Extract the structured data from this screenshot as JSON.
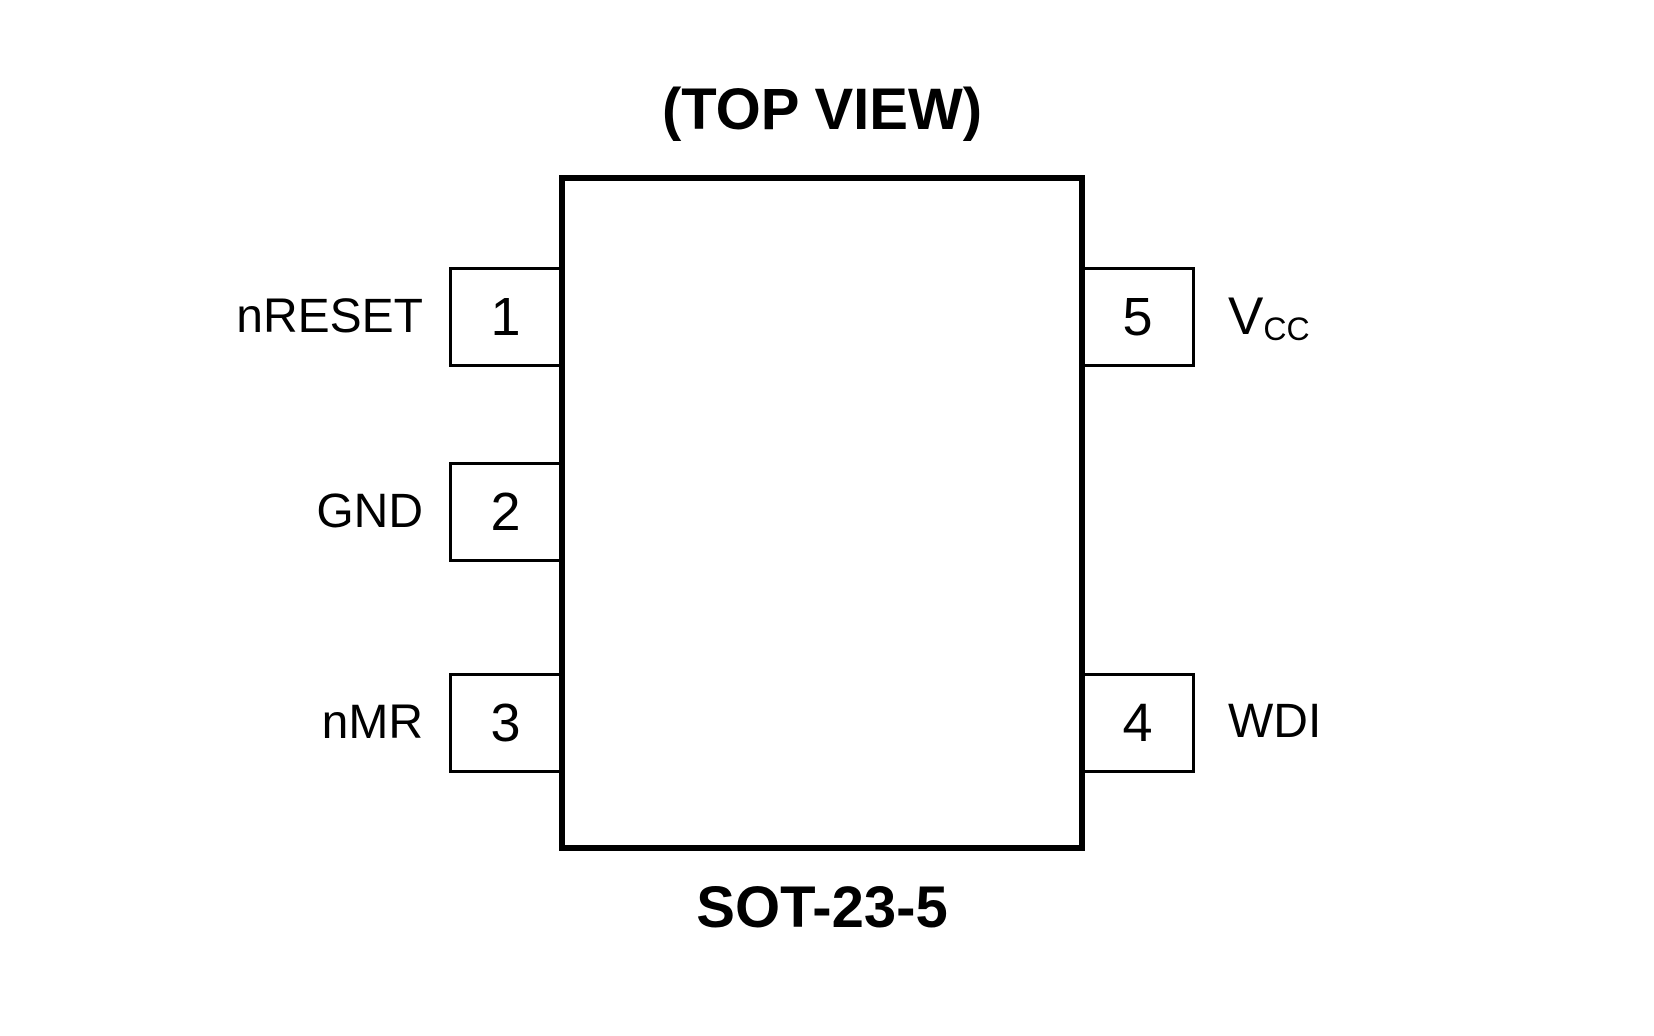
{
  "diagram": {
    "title": "(TOP VIEW)",
    "package_label": "SOT-23-5",
    "colors": {
      "line": "#000000",
      "background": "#ffffff",
      "text": "#000000"
    },
    "pins": {
      "left": [
        {
          "number": "1",
          "label": "nRESET"
        },
        {
          "number": "2",
          "label": "GND"
        },
        {
          "number": "3",
          "label": "nMR"
        }
      ],
      "right": [
        {
          "number": "5",
          "label": "VCC",
          "label_main": "V",
          "label_sub": "CC"
        },
        {
          "number": "4",
          "label": "WDI",
          "label_main": "WDI",
          "label_sub": ""
        }
      ]
    }
  }
}
